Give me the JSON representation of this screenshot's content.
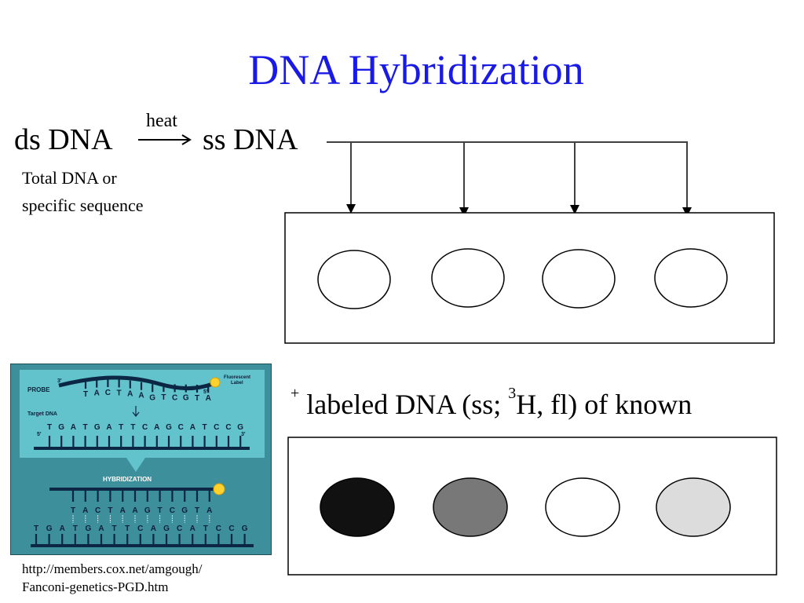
{
  "title": "DNA Hybridization",
  "scheme": {
    "ds_dna": "ds DNA",
    "heat": "heat",
    "ss_dna": "ss DNA",
    "note_line1": "Total DNA or",
    "note_line2": "specific sequence"
  },
  "probe": {
    "plus": "+",
    "text_a": " labeled DNA (ss; ",
    "superscript": "3",
    "text_b": "H, fl) of known"
  },
  "spots": {
    "before": [
      "#ffffff",
      "#ffffff",
      "#ffffff",
      "#ffffff"
    ],
    "after": [
      "#111111",
      "#787878",
      "#ffffff",
      "#dcdcdc"
    ]
  },
  "illustration": {
    "probe_label": "PROBE",
    "target_label": "Target DNA",
    "fluor_label_1": "Fluorescent",
    "fluor_label_2": "Label",
    "hybridization_label": "HYBRIDIZATION",
    "probe_sequence": "TACTAAGTCGTA",
    "target_sequence": "TGATGATTCAGCATCCG",
    "end_3": "3'",
    "end_5": "5'",
    "colors": {
      "background": "#3d8f9c",
      "panel": "#63c3cc",
      "strand": "#0b2745",
      "label": "#ffd22e"
    }
  },
  "credit": {
    "line1": "http://members.cox.net/amgough/",
    "line2": "Fanconi-genetics-PGD.htm"
  }
}
